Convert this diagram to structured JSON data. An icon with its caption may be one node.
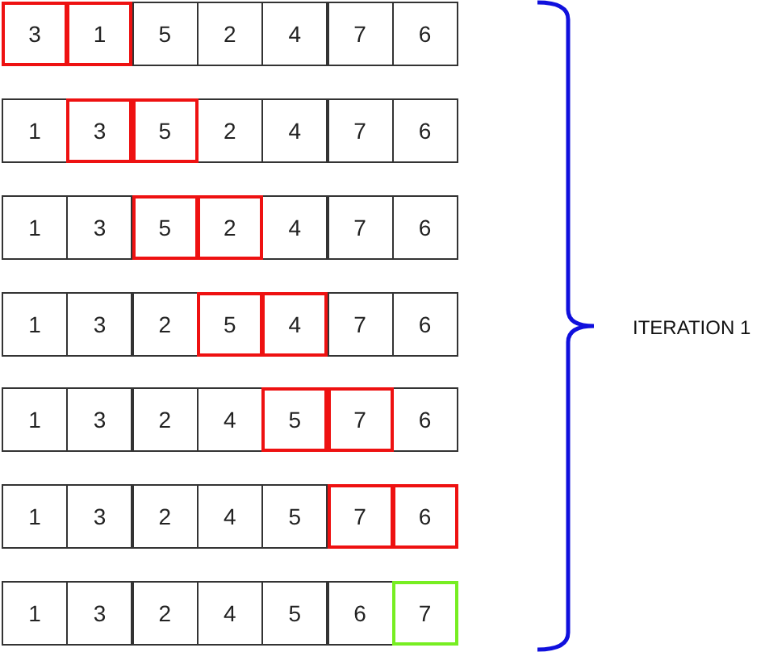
{
  "diagram": {
    "nodes": [
      {
        "text": [
          "3"
        ]
      },
      {
        "text": [
          "1"
        ]
      },
      {
        "text": [
          "5"
        ]
      },
      {
        "text": [
          "2"
        ]
      },
      {
        "text": [
          "4"
        ]
      },
      {
        "text": [
          "7"
        ]
      },
      {
        "text": [
          "6"
        ]
      },
      {
        "text": [
          "1"
        ]
      },
      {
        "text": [
          "3"
        ]
      },
      {
        "text": [
          "5"
        ]
      },
      {
        "text": [
          "2"
        ]
      },
      {
        "text": [
          "4"
        ]
      },
      {
        "text": [
          "7"
        ]
      },
      {
        "text": [
          "6"
        ]
      },
      {
        "text": [
          "1"
        ]
      },
      {
        "text": [
          "3"
        ]
      },
      {
        "text": [
          "5"
        ]
      },
      {
        "text": [
          "2"
        ]
      },
      {
        "text": [
          "4"
        ]
      },
      {
        "text": [
          "7"
        ]
      },
      {
        "text": [
          "6"
        ]
      },
      {
        "text": [
          "1"
        ]
      },
      {
        "text": [
          "3"
        ]
      },
      {
        "text": [
          "2"
        ]
      },
      {
        "text": [
          "5"
        ]
      },
      {
        "text": [
          "4"
        ]
      },
      {
        "text": [
          "7"
        ]
      },
      {
        "text": [
          "6"
        ]
      },
      {
        "text": [
          "1"
        ]
      },
      {
        "text": [
          "3"
        ]
      },
      {
        "text": [
          "2"
        ]
      },
      {
        "text": [
          "4"
        ]
      },
      {
        "text": [
          "5"
        ]
      },
      {
        "text": [
          "7"
        ]
      },
      {
        "text": [
          "6"
        ]
      },
      {
        "text": [
          "1"
        ]
      },
      {
        "text": [
          "3"
        ]
      },
      {
        "text": [
          "2"
        ]
      },
      {
        "text": [
          "4"
        ]
      },
      {
        "text": [
          "5"
        ]
      },
      {
        "text": [
          "7"
        ]
      },
      {
        "text": [
          "6"
        ]
      },
      {
        "text": [
          "1"
        ]
      },
      {
        "text": [
          "3"
        ]
      },
      {
        "text": [
          "2"
        ]
      },
      {
        "text": [
          "4"
        ]
      },
      {
        "text": [
          "5"
        ]
      },
      {
        "text": [
          "6"
        ]
      },
      {
        "text": [
          "7"
        ]
      }
    ],
    "labels": [
      "ITERATION 1"
    ]
  }
}
